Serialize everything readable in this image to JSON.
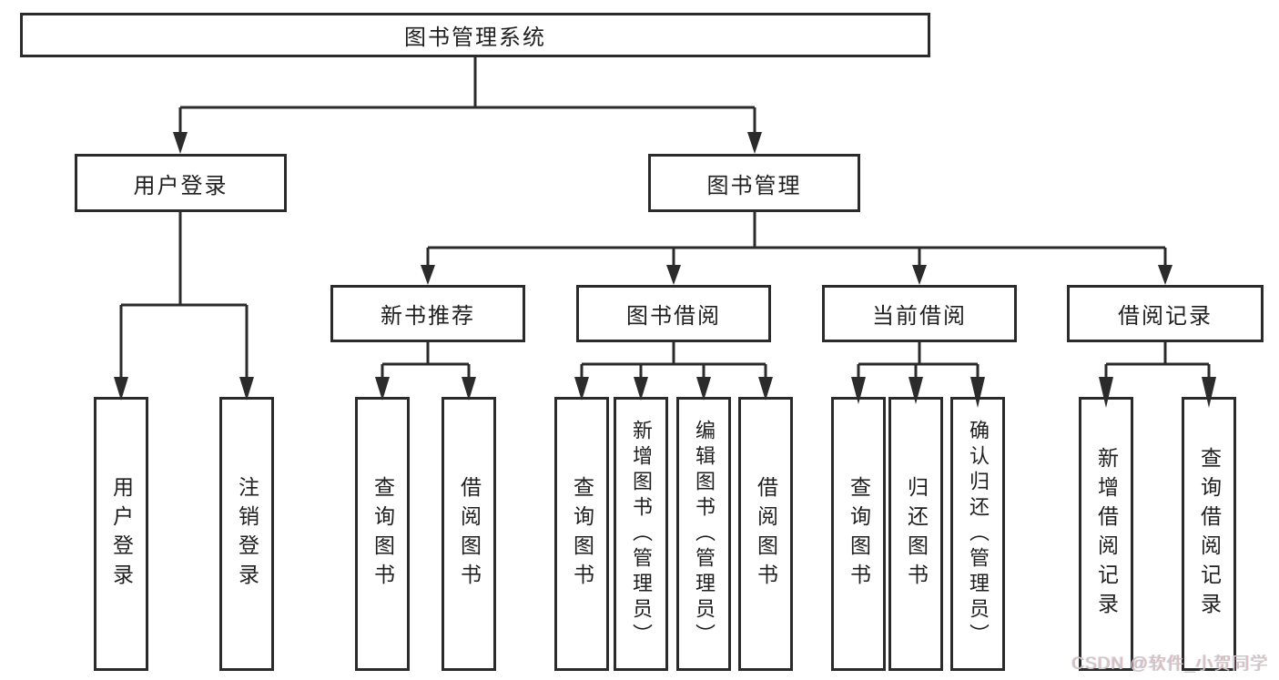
{
  "diagram": {
    "root": {
      "label": "图书管理系统"
    },
    "branches": [
      {
        "label": "用户登录",
        "children": [
          {
            "label": "用户登录"
          },
          {
            "label": "注销登录"
          }
        ]
      },
      {
        "label": "图书管理",
        "children": [
          {
            "label": "新书推荐",
            "children": [
              {
                "label": "查询图书"
              },
              {
                "label": "借阅图书"
              }
            ]
          },
          {
            "label": "图书借阅",
            "children": [
              {
                "label": "查询图书"
              },
              {
                "label": "新增图书（管理员）"
              },
              {
                "label": "编辑图书（管理员）"
              },
              {
                "label": "借阅图书"
              }
            ]
          },
          {
            "label": "当前借阅",
            "children": [
              {
                "label": "查询图书"
              },
              {
                "label": "归还图书"
              },
              {
                "label": "确认归还（管理员）"
              }
            ]
          },
          {
            "label": "借阅记录",
            "children": [
              {
                "label": "新增借阅记录"
              },
              {
                "label": "查询借阅记录"
              }
            ]
          }
        ]
      }
    ]
  },
  "colors": {
    "line": "#2b2b2b",
    "background": "#ffffff",
    "watermark": "#c9c9c9"
  },
  "watermark": {
    "text": "CSDN @软件_小贺同学"
  }
}
